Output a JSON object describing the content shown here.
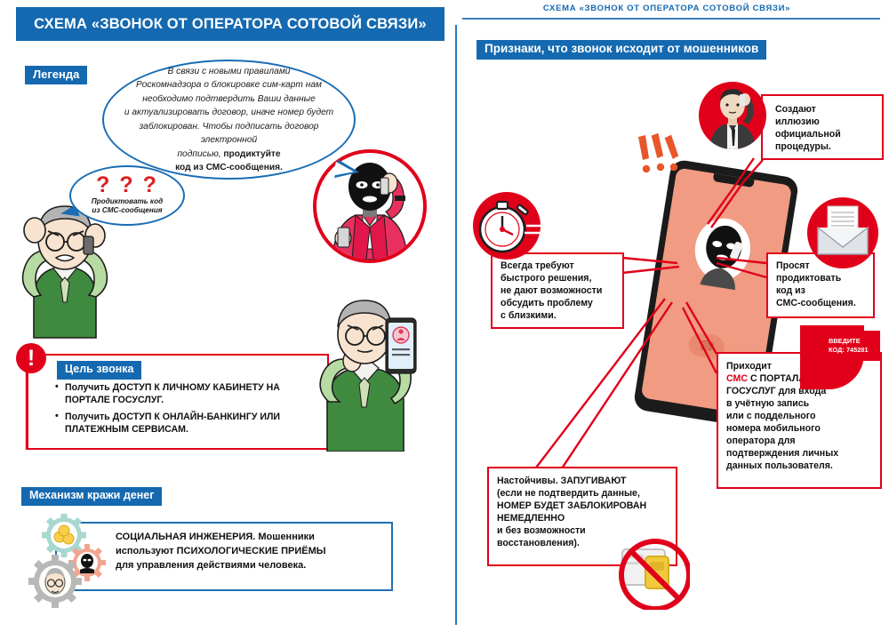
{
  "header": {
    "main_title": "СХЕМА «ЗВОНОК ОТ ОПЕРАТОРА СОТОВОЙ СВЯЗИ»",
    "right_header_title": "СХЕМА «ЗВОНОК ОТ ОПЕРАТОРА СОТОВОЙ СВЯЗИ»"
  },
  "left": {
    "legend_chip": "Легенда",
    "speech_bubble": {
      "line1": "В связи с новыми правилами",
      "line2": "Роскомнадзора о блокировке сим-карт нам",
      "line3": "необходимо подтвердить Ваши данные",
      "line4": "и актуализировать договор, иначе номер будет",
      "line5": "заблокирован. Чтобы подписать договор электронной",
      "line6": "подписью, ",
      "line6_bold": "продиктуйте",
      "line7_bold": "код из СМС-сообщения."
    },
    "question_bubble": {
      "marks": "? ? ?",
      "caption_line1": "Продиктовать код",
      "caption_line2": "из СМС-сообщения"
    },
    "goal": {
      "badge": "!",
      "chip": "Цель звонка",
      "items": [
        "Получить ДОСТУП К ЛИЧНОМУ КАБИНЕТУ НА ПОРТАЛЕ ГОСУСЛУГ.",
        "Получить ДОСТУП К ОНЛАЙН-БАНКИНГУ ИЛИ ПЛАТЕЖНЫМ СЕРВИСАМ."
      ]
    },
    "mechanism": {
      "chip": "Механизм кражи денег",
      "text_line1": "СОЦИАЛЬНАЯ ИНЖЕНЕРИЯ.  Мошенники",
      "text_line2": "используют ПСИХОЛОГИЧЕСКИЕ ПРИЁМЫ",
      "text_line3": "для управления действиями человека."
    }
  },
  "right": {
    "signs_chip": "Признаки, что звонок исходит от мошенников",
    "callouts": {
      "official": {
        "line1": "Создают",
        "line2": "иллюзию",
        "line3": "официальной",
        "line4": "процедуры."
      },
      "urgency": {
        "line1": "Всегда требуют",
        "line2": "быстрого решения,",
        "line3": "не дают возможности",
        "line4": "обсудить проблему",
        "line5": "с близкими."
      },
      "sms_request": {
        "line1": "Просят",
        "line2": "продиктовать",
        "line3": "код из",
        "line4": "СМС-сообщения."
      },
      "gosuslugi": {
        "line1_plain": "Приходит",
        "line2_red": "СМС",
        "line2_rest": " С ПОРТАЛА",
        "line3": "ГОСУСЛУГ для входа",
        "line4": "в учётную запись",
        "line5": "или с поддельного",
        "line6": "номера мобильного",
        "line7": "оператора для",
        "line8": "подтверждения личных",
        "line9": "данных пользователя."
      },
      "intimidation": {
        "line1": "Настойчивы. ЗАПУГИВАЮТ",
        "line2": "(если не подтвердить данные,",
        "line3": "НОМЕР БУДЕТ ЗАБЛОКИРОВАН",
        "line4": "НЕМЕДЛЕННО",
        "line5": "и без возможности",
        "line6": "восстановления)."
      }
    },
    "code_badge": {
      "label": "ВВЕДИТЕ",
      "code": "КОД: 745281"
    }
  },
  "icons": {
    "alert": "alert-exclamation-icon",
    "stopwatch": "stopwatch-icon",
    "envelope": "envelope-icon",
    "businessman": "businessman-phone-icon",
    "masked_caller": "masked-fraudster-icon",
    "blocked_card": "blocked-sim-card-icon",
    "gears": "gears-social-engineering-icon",
    "smartphone": "smartphone-icon"
  },
  "colors": {
    "brand_blue": "#1469b0",
    "accent_red": "#e1001a",
    "phone_skin": "#f09b82",
    "orange": "#e8562a"
  }
}
